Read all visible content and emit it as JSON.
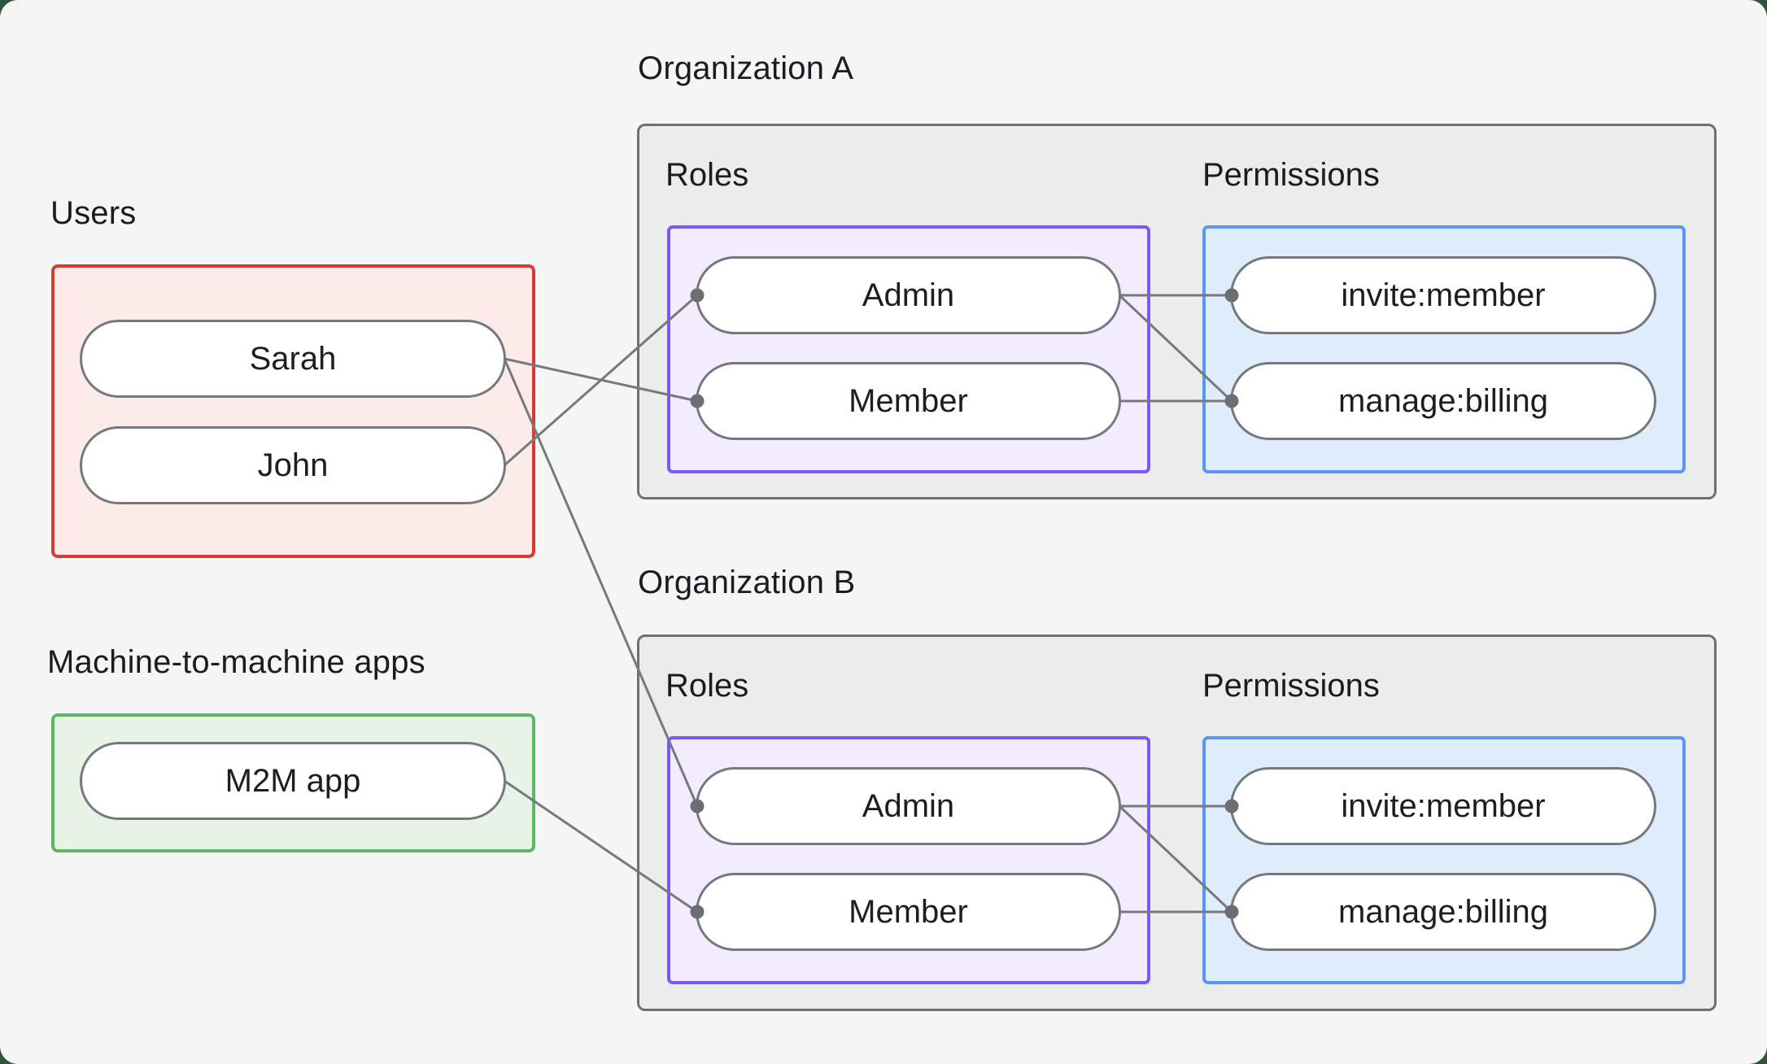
{
  "users_group": {
    "label": "Users",
    "items": [
      {
        "id": "sarah",
        "label": "Sarah"
      },
      {
        "id": "john",
        "label": "John"
      }
    ]
  },
  "m2m_group": {
    "label": "Machine-to-machine apps",
    "items": [
      {
        "id": "m2m",
        "label": "M2M app"
      }
    ]
  },
  "organizations": [
    {
      "id": "orgA",
      "label": "Organization A",
      "roles_label": "Roles",
      "permissions_label": "Permissions",
      "roles": [
        {
          "id": "orgA-admin",
          "label": "Admin"
        },
        {
          "id": "orgA-member",
          "label": "Member"
        }
      ],
      "permissions": [
        {
          "id": "orgA-invite",
          "label": "invite:member"
        },
        {
          "id": "orgA-manage",
          "label": "manage:billing"
        }
      ]
    },
    {
      "id": "orgB",
      "label": "Organization B",
      "roles_label": "Roles",
      "permissions_label": "Permissions",
      "roles": [
        {
          "id": "orgB-admin",
          "label": "Admin"
        },
        {
          "id": "orgB-member",
          "label": "Member"
        }
      ],
      "permissions": [
        {
          "id": "orgB-invite",
          "label": "invite:member"
        },
        {
          "id": "orgB-manage",
          "label": "manage:billing"
        }
      ]
    }
  ],
  "edges": [
    {
      "from": "sarah",
      "to": "orgA-member"
    },
    {
      "from": "john",
      "to": "orgA-admin"
    },
    {
      "from": "sarah",
      "to": "orgB-admin"
    },
    {
      "from": "m2m",
      "to": "orgB-member"
    },
    {
      "from": "orgA-admin",
      "to": "orgA-invite"
    },
    {
      "from": "orgA-admin",
      "to": "orgA-manage"
    },
    {
      "from": "orgA-member",
      "to": "orgA-manage"
    },
    {
      "from": "orgB-admin",
      "to": "orgB-invite"
    },
    {
      "from": "orgB-admin",
      "to": "orgB-manage"
    },
    {
      "from": "orgB-member",
      "to": "orgB-manage"
    }
  ],
  "colors": {
    "canvas_bg": "#f4f6f5",
    "page_bg": "#30543d",
    "users_border": "#d93a32",
    "users_fill": "#fcebe9",
    "m2m_border": "#5eb763",
    "m2m_fill": "#e8f3e7",
    "org_border": "#6e7174",
    "org_fill": "#ebedec",
    "roles_border": "#7a58fc",
    "roles_fill": "#f2ecfe",
    "permissions_border": "#5b96f6",
    "permissions_fill": "#dfecfc",
    "node_border": "#75787c",
    "connector_line": "#76797d",
    "connector_dot": "#6b6f73",
    "text": "#1b1f24"
  }
}
